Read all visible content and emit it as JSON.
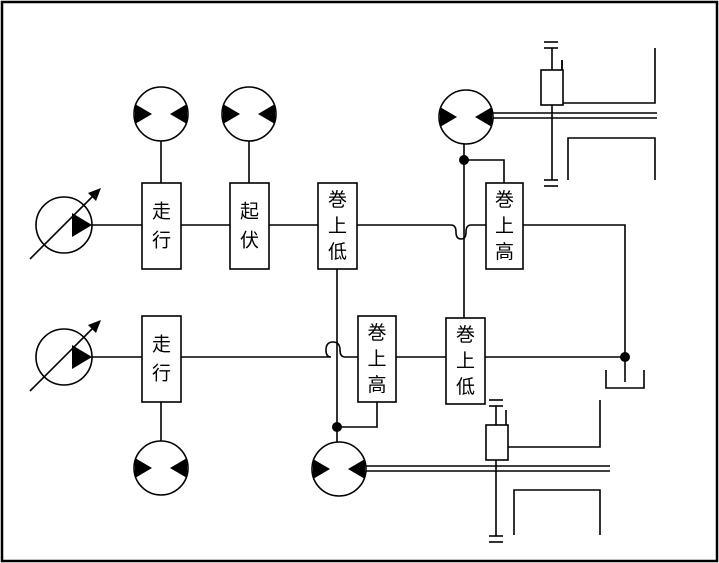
{
  "diagram": {
    "valves": {
      "travel_upper": [
        "走",
        "行"
      ],
      "luffing": [
        "起",
        "伏"
      ],
      "hoist_low_upper": [
        "巻",
        "上",
        "低"
      ],
      "hoist_high_upper": [
        "巻",
        "上",
        "高"
      ],
      "travel_lower": [
        "走",
        "行"
      ],
      "hoist_high_lower": [
        "巻",
        "上",
        "高"
      ],
      "hoist_low_lower": [
        "巻",
        "上",
        "低"
      ]
    }
  }
}
